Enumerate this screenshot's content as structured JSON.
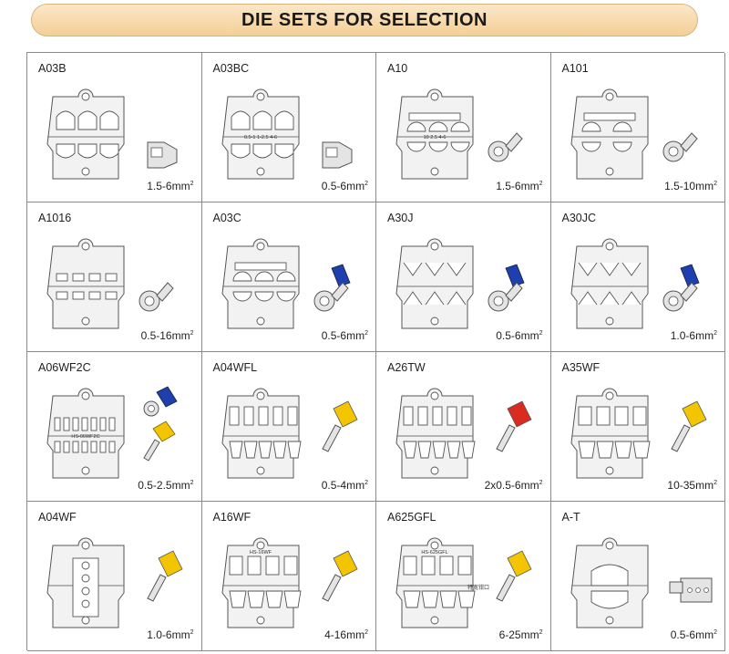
{
  "title": "DIE SETS FOR SELECTION",
  "cells": [
    {
      "code": "A03B",
      "range": "1.5-6mm",
      "sup": "2",
      "die": "notch3",
      "terminal": "female",
      "color": null
    },
    {
      "code": "A03BC",
      "range": "0.5-6mm",
      "sup": "2",
      "die": "notch3lab",
      "terminal": "female",
      "color": null,
      "die_text": "0.5-1    1-2.5    4-6"
    },
    {
      "code": "A10",
      "range": "1.5-6mm",
      "sup": "2",
      "die": "round3lab",
      "terminal": "ring",
      "color": null,
      "die_text": "10    2.5    4-6"
    },
    {
      "code": "A101",
      "range": "1.5-10mm",
      "sup": "2",
      "die": "round2",
      "terminal": "ring",
      "color": null
    },
    {
      "code": "A1016",
      "range": "0.5-16mm",
      "sup": "2",
      "die": "flat4",
      "terminal": "ring",
      "color": null
    },
    {
      "code": "A03C",
      "range": "0.5-6mm",
      "sup": "2",
      "die": "round3",
      "terminal": "ring",
      "color": "#1f3fae"
    },
    {
      "code": "A30J",
      "range": "0.5-6mm",
      "sup": "2",
      "die": "v3",
      "terminal": "ring",
      "color": "#1f3fae"
    },
    {
      "code": "A30JC",
      "range": "1.0-6mm",
      "sup": "2",
      "die": "v3",
      "terminal": "ring",
      "color": "#1f3fae"
    },
    {
      "code": "A06WF2C",
      "range": "0.5-2.5mm",
      "sup": "2",
      "die": "multi",
      "terminal": "ferrule-ring",
      "color": "#1f3fae",
      "color2": "#f3c400",
      "die_text": "HS-06WF2C"
    },
    {
      "code": "A04WFL",
      "range": "0.5-4mm",
      "sup": "2",
      "die": "trap5",
      "terminal": "ferrule",
      "color": "#f3c400"
    },
    {
      "code": "A26TW",
      "range": "2x0.5-6mm",
      "sup": "2",
      "die": "trap5",
      "terminal": "twin",
      "color": "#d92b1f"
    },
    {
      "code": "A35WF",
      "range": "10-35mm",
      "sup": "2",
      "die": "trap4",
      "terminal": "ferrule",
      "color": "#f3c400"
    },
    {
      "code": "A04WF",
      "range": "1.0-6mm",
      "sup": "2",
      "die": "vert",
      "terminal": "ferrule",
      "color": "#f3c400"
    },
    {
      "code": "A16WF",
      "range": "4-16mm",
      "sup": "2",
      "die": "trap4lab",
      "terminal": "ferrule",
      "color": "#f3c400",
      "die_text": "HS-16WF"
    },
    {
      "code": "A625GFL",
      "range": "6-25mm",
      "sup": "2",
      "die": "trap4lab2",
      "terminal": "ferrule",
      "color": "#f3c400",
      "die_text": "HS-625GFL",
      "die_text2": "特宽钳口"
    },
    {
      "code": "A-T",
      "range": "0.5-6mm",
      "sup": "2",
      "die": "at",
      "terminal": "tab",
      "color": null
    }
  ]
}
